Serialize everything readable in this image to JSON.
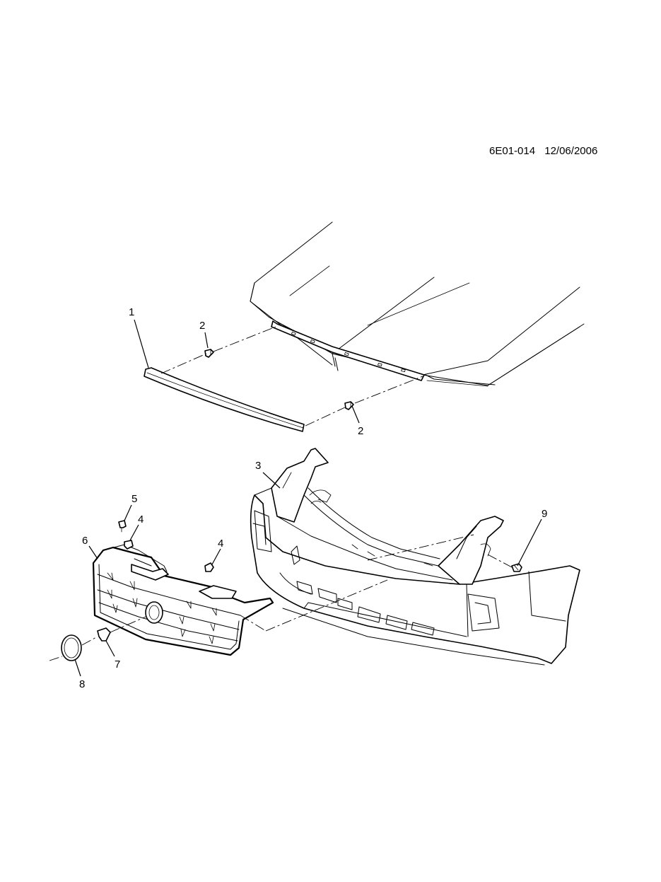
{
  "header": {
    "diagram_id": "6E01-014",
    "date": "12/06/2006"
  },
  "callouts": {
    "c1": "1",
    "c2a": "2",
    "c2b": "2",
    "c3": "3",
    "c4a": "4",
    "c4b": "4",
    "c5": "5",
    "c6": "6",
    "c7": "7",
    "c8": "8",
    "c9": "9"
  }
}
